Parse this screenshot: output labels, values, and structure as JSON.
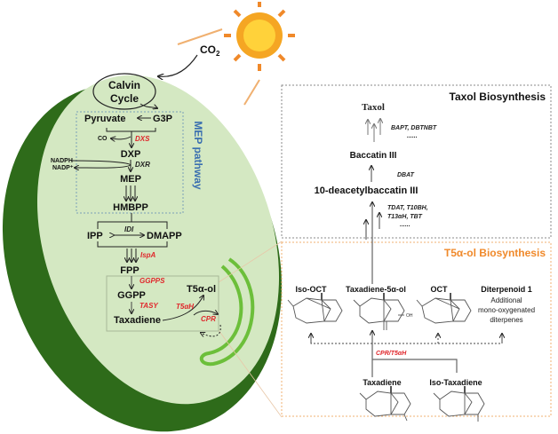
{
  "left": {
    "co2": "CO",
    "co2_sub": "2",
    "calvin": [
      "Calvin",
      "Cycle"
    ],
    "pyruvate": "Pyruvate",
    "g3p": "G3P",
    "co2_small": "CO",
    "dxs": "DXS",
    "dxp": "DXP",
    "nadph": "NADPH",
    "nadp": "NADP⁺",
    "dxr": "DXR",
    "mep": "MEP",
    "hmbpp": "HMBPP",
    "mep_pathway": "MEP pathway",
    "ipp": "IPP",
    "idi": "IDI",
    "dmapp": "DMAPP",
    "ispa": "IspA",
    "fpp": "FPP",
    "ggpps": "GGPPS",
    "ggpp": "GGPP",
    "tasy": "TASY",
    "taxadiene": "Taxadiene",
    "t5aol": "T5α-ol",
    "t5ah": "T5αH",
    "cpr": "CPR"
  },
  "taxol_box": {
    "title": "Taxol Biosynthesis",
    "taxol": "Taxol",
    "enz1": "BAPT, DBTNBT",
    "dots1": "......",
    "baccatin": "Baccatin III",
    "dbat": "DBAT",
    "dab": "10-deacetylbaccatin III",
    "enz2a": "TDAT, T10BH,",
    "enz2b": "T13αH, TBT",
    "dots2": "......"
  },
  "t5_box": {
    "title": "T5α-ol Biosynthesis",
    "iso_oct": "Iso-OCT",
    "tax5ol": "Taxadiene-5α-ol",
    "oh": "OH",
    "oct": "OCT",
    "diterpenoid": "Diterpenoid 1",
    "additional": [
      "Additional",
      "mono-oxygenated",
      "diterpenes"
    ],
    "enzyme": "CPR/T5αH",
    "taxadiene": "Taxadiene",
    "iso_taxadiene": "Iso-Taxadiene"
  },
  "colors": {
    "dark_green": "#2e6b1a",
    "light_green": "#d4e8c2",
    "orange": "#f0892a",
    "red": "#e0262b",
    "blue": "#3a6fb0"
  }
}
